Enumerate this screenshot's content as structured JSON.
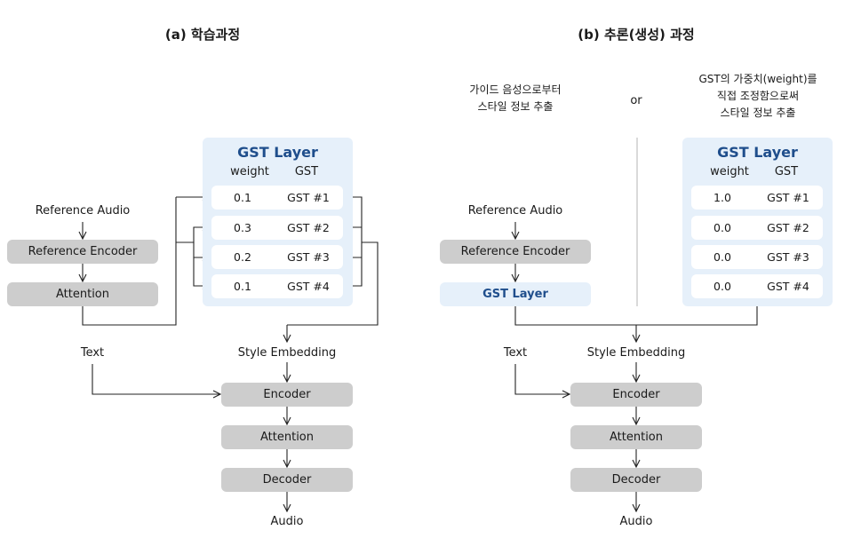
{
  "left": {
    "title": "(a) 학습과정",
    "reference_audio": "Reference Audio",
    "reference_encoder": "Reference Encoder",
    "attention_top": "Attention",
    "gst_layer": {
      "title": "GST Layer",
      "col_weight": "weight",
      "col_gst": "GST",
      "rows": [
        {
          "weight": "0.1",
          "gst": "GST #1"
        },
        {
          "weight": "0.3",
          "gst": "GST #2"
        },
        {
          "weight": "0.2",
          "gst": "GST #3"
        },
        {
          "weight": "0.1",
          "gst": "GST #4"
        }
      ]
    },
    "text": "Text",
    "style_embedding": "Style Embedding",
    "encoder": "Encoder",
    "attention": "Attention",
    "decoder": "Decoder",
    "audio": "Audio"
  },
  "right": {
    "title": "(b) 추론(생성) 과정",
    "note_left_line1": "가이드 음성으로부터",
    "note_left_line2": "스타일 정보 추출",
    "or": "or",
    "note_right_line1": "GST의 가중치(weight)를",
    "note_right_line2": "직접 조정함으로써",
    "note_right_line3": "스타일 정보 추출",
    "reference_audio": "Reference Audio",
    "reference_encoder": "Reference Encoder",
    "gst_layer_box": "GST Layer",
    "gst_layer": {
      "title": "GST Layer",
      "col_weight": "weight",
      "col_gst": "GST",
      "rows": [
        {
          "weight": "1.0",
          "gst": "GST #1"
        },
        {
          "weight": "0.0",
          "gst": "GST #2"
        },
        {
          "weight": "0.0",
          "gst": "GST #3"
        },
        {
          "weight": "0.0",
          "gst": "GST #4"
        }
      ]
    },
    "text": "Text",
    "style_embedding": "Style Embedding",
    "encoder": "Encoder",
    "attention": "Attention",
    "decoder": "Decoder",
    "audio": "Audio"
  }
}
